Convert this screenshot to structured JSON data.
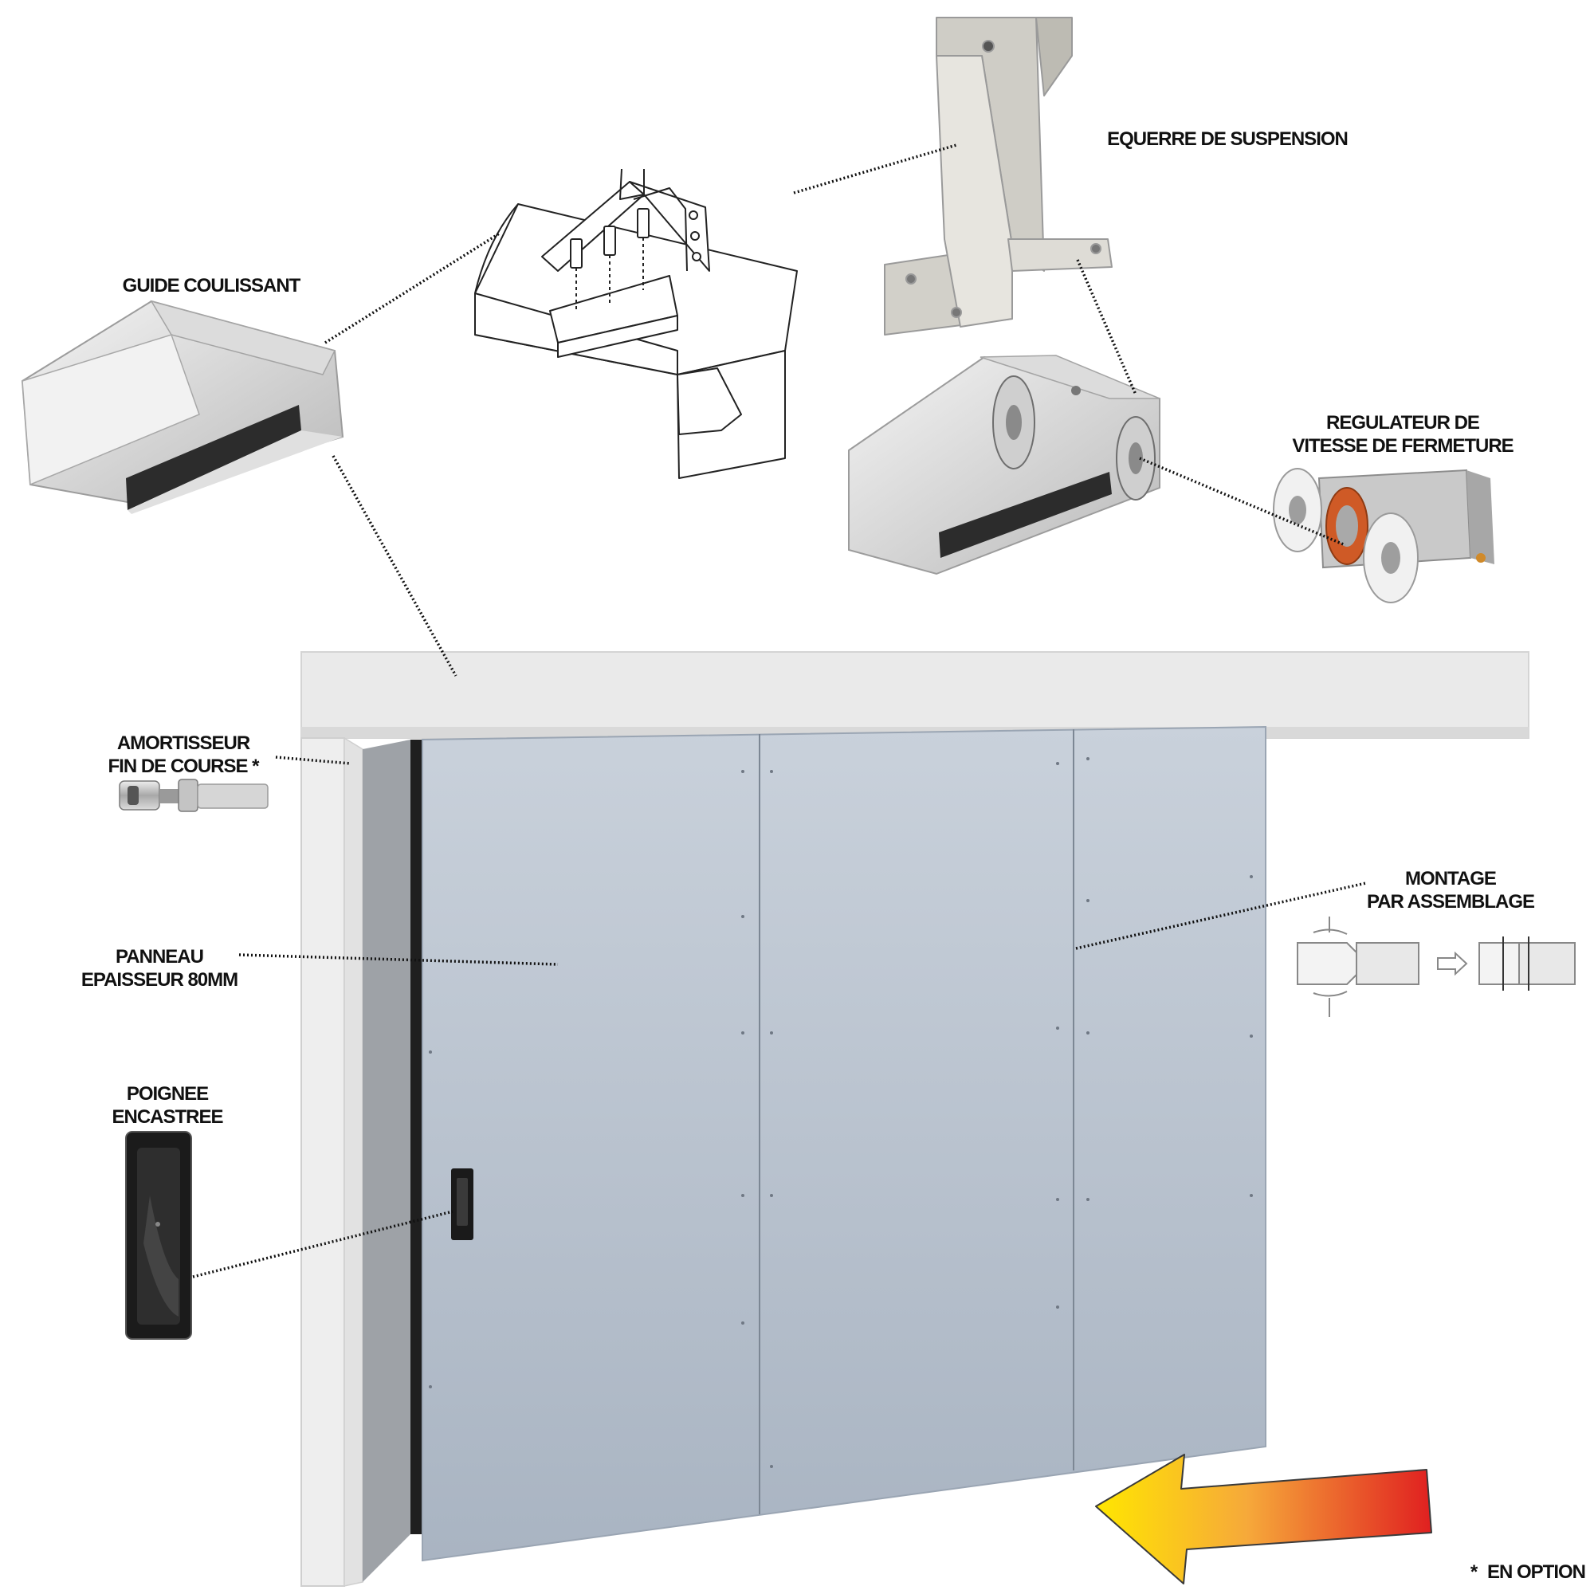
{
  "labels": {
    "guide": "GUIDE COULISSANT",
    "equerre": "EQUERRE DE SUSPENSION",
    "regulateur": [
      "REGULATEUR DE",
      "VITESSE DE FERMETURE"
    ],
    "amortisseur": [
      "AMORTISSEUR",
      "FIN DE COURSE *"
    ],
    "montage": [
      "MONTAGE",
      "PAR ASSEMBLAGE"
    ],
    "panneau": [
      "PANNEAU",
      "EPAISSEUR 80MM"
    ],
    "poignee": [
      "POIGNEE",
      "ENCASTREE"
    ],
    "option_marker": "*",
    "option_text": "EN OPTION"
  },
  "colors": {
    "door_panel": "#b9c3d0",
    "door_frame": "#e6e8ea",
    "rail": "#eaeaea",
    "leader_line": "#111111",
    "arrow_start": "#ffe600",
    "arrow_end": "#e02020"
  }
}
